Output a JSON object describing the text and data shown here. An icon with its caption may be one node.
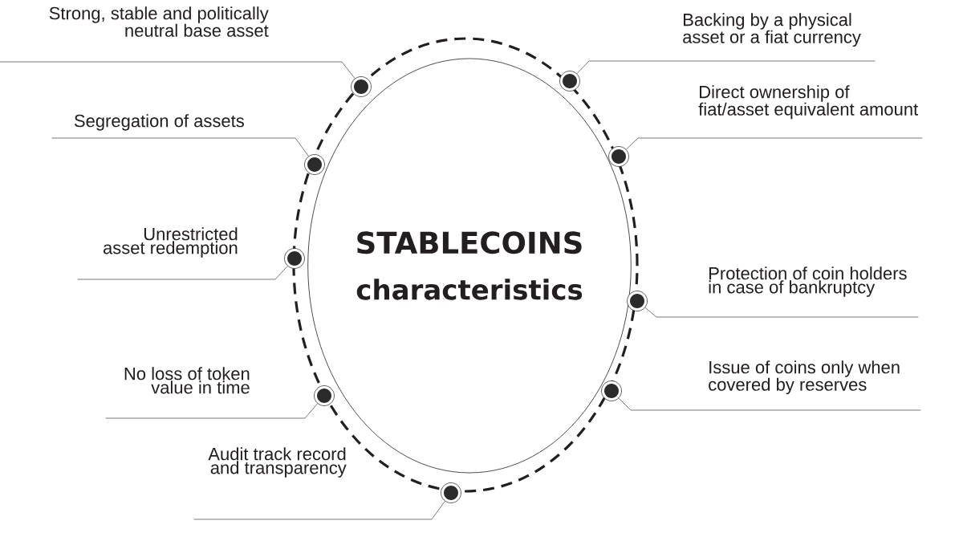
{
  "diagram": {
    "nodes": [
      {
        "text": [
          "STABLECOINS",
          "characteristics"
        ]
      },
      {
        "text": [
          "Strong, stable and politically neutral base asset"
        ]
      },
      {
        "text": [
          "Backing by a physical asset or a fiat currency"
        ]
      },
      {
        "text": [
          "Direct ownership of fiat/asset equivalent amount"
        ]
      },
      {
        "text": [
          "Segregation of assets"
        ]
      },
      {
        "text": [
          "Unrestricted asset redemption"
        ]
      },
      {
        "text": [
          "Protection of coin holders in case of bankruptcy"
        ]
      },
      {
        "text": [
          "No loss of token value in time"
        ]
      },
      {
        "text": [
          "Issue of coins only when covered by reserves"
        ]
      },
      {
        "text": [
          "Audit track record and transparency"
        ]
      },
      {
        "text": [],
        "shape": "circle"
      },
      {
        "text": [],
        "shape": "circle"
      },
      {
        "text": [],
        "shape": "circle"
      },
      {
        "text": [],
        "shape": "circle"
      },
      {
        "text": [],
        "shape": "circle"
      },
      {
        "text": [],
        "shape": "circle"
      },
      {
        "text": [],
        "shape": "circle"
      },
      {
        "text": [],
        "shape": "circle"
      },
      {
        "text": [],
        "shape": "circle"
      }
    ],
    "edges": [
      {
        "from": 1,
        "to": 11,
        "arrow": "none"
      },
      {
        "from": 2,
        "to": 10,
        "arrow": "none"
      },
      {
        "from": 3,
        "to": 12,
        "arrow": "none"
      },
      {
        "from": 4,
        "to": 13,
        "arrow": "none"
      },
      {
        "from": 5,
        "to": 14,
        "arrow": "none"
      },
      {
        "from": 6,
        "to": 15,
        "arrow": "none"
      },
      {
        "from": 7,
        "to": 17,
        "arrow": "none"
      },
      {
        "from": 8,
        "to": 16,
        "arrow": "none"
      },
      {
        "from": 9,
        "to": 18,
        "arrow": "none"
      }
    ]
  }
}
